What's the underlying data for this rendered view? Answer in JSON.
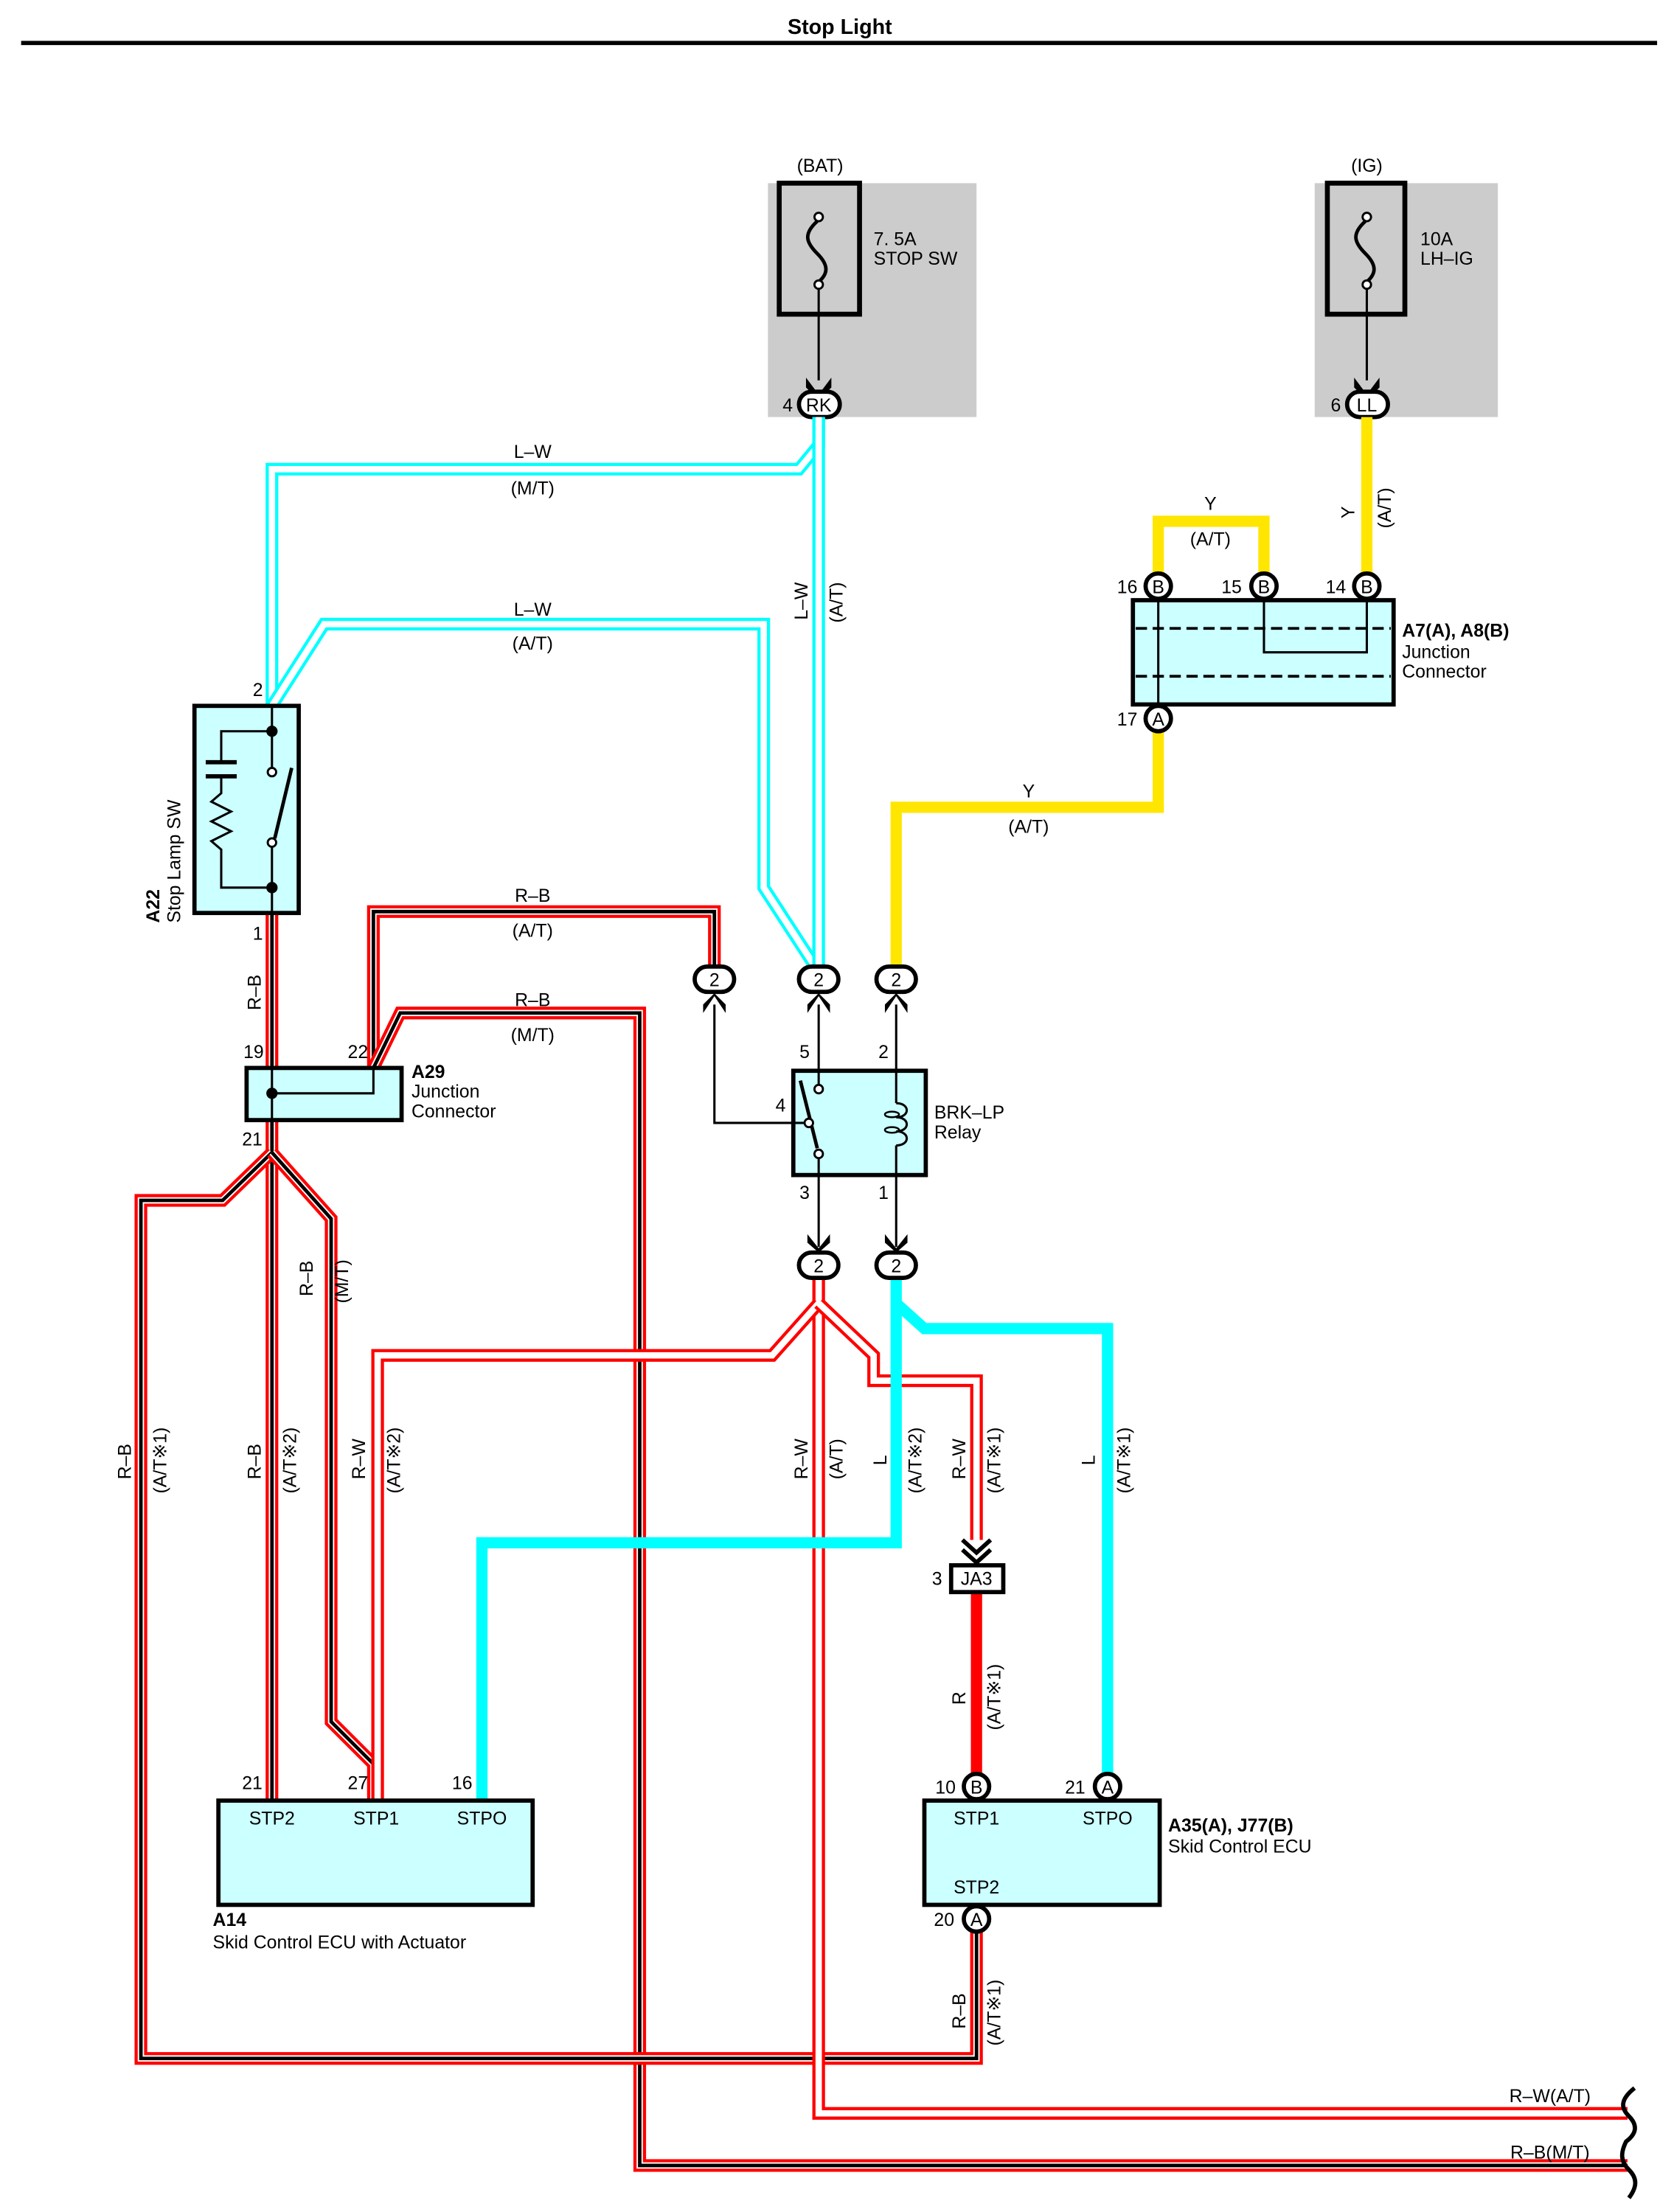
{
  "title": "Stop Light",
  "colors": {
    "red": "#ff0000",
    "cyan": "#00ffff",
    "yellow": "#ffe600",
    "black": "#000000",
    "component_fill": "#ccffff",
    "fuse_block": "#cccccc"
  },
  "fuses": [
    {
      "source": "(BAT)",
      "rating": "7. 5A",
      "name": "STOP SW",
      "pin": "4",
      "connector": "RK",
      "icon": "fuse-icon"
    },
    {
      "source": "(IG)",
      "rating": "10A",
      "name": "LH–IG",
      "pin": "6",
      "connector": "LL",
      "icon": "fuse-icon"
    }
  ],
  "components": {
    "stop_lamp_sw": {
      "code": "A22",
      "name": "Stop Lamp SW",
      "pin_top": "2",
      "pin_bottom": "1"
    },
    "junction_a29": {
      "code": "A29",
      "line1": "Junction",
      "line2": "Connector",
      "pins": [
        "19",
        "22",
        "21"
      ]
    },
    "junction_a7a8": {
      "code": "A7(A), A8(B)",
      "line1": "Junction",
      "line2": "Connector",
      "pins": [
        {
          "num": "16",
          "letter": "B"
        },
        {
          "num": "15",
          "letter": "B"
        },
        {
          "num": "14",
          "letter": "B"
        },
        {
          "num": "17",
          "letter": "A"
        }
      ]
    },
    "relay": {
      "name_line1": "BRK–LP",
      "name_line2": "Relay",
      "pins": [
        "5",
        "2",
        "4",
        "3",
        "1"
      ],
      "connector_label": "2"
    },
    "ecu_a14": {
      "code": "A14",
      "name": "Skid Control ECU with Actuator",
      "terminals": [
        {
          "pin": "21",
          "label": "STP2"
        },
        {
          "pin": "27",
          "label": "STP1"
        },
        {
          "pin": "16",
          "label": "STPO"
        }
      ]
    },
    "ecu_a35": {
      "code": "A35(A), J77(B)",
      "name": "Skid Control ECU",
      "terminals": [
        {
          "pin": "10",
          "letter": "B",
          "label": "STP1"
        },
        {
          "pin": "21",
          "letter": "A",
          "label": "STPO"
        },
        {
          "pin": "20",
          "letter": "A",
          "label": "STP2"
        }
      ]
    },
    "ja3": {
      "pin": "3",
      "label": "JA3"
    }
  },
  "wire_labels": {
    "lw_mt_color": "L–W",
    "lw_mt_var": "(M/T)",
    "lw_at_color": "L–W",
    "lw_at_var": "(A/T)",
    "lw_vert_color": "L–W",
    "lw_vert_var": "(A/T)",
    "y_top_color": "Y",
    "y_top_var": "(A/T)",
    "y_ig_color": "Y",
    "y_ig_var": "(A/T)",
    "y_mid_color": "Y",
    "y_mid_var": "(A/T)",
    "rb_at_color": "R–B",
    "rb_at_var": "(A/T)",
    "rb_mt_color": "R–B",
    "rb_mt_var": "(M/T)",
    "rb_sw_color": "R–B",
    "rb_mt_vert_color": "R–B",
    "rb_mt_vert_var": "(M/T)",
    "rb_at1_left_color": "R–B",
    "rb_at1_left_var": "(A/T※1)",
    "rb_at2_color": "R–B",
    "rb_at2_var": "(A/T※2)",
    "rw_at2_color": "R–W",
    "rw_at2_var": "(A/T※2)",
    "rw_at_color": "R–W",
    "rw_at_var": "(A/T)",
    "l_at2_color": "L",
    "l_at2_var": "(A/T※2)",
    "rw_at1_color": "R–W",
    "rw_at1_var": "(A/T※1)",
    "l_at1_color": "L",
    "l_at1_var": "(A/T※1)",
    "r_at1_color": "R",
    "r_at1_var": "(A/T※1)",
    "rb_bottom_color": "R–B",
    "rb_bottom_var": "(A/T※1)"
  },
  "continuations": [
    {
      "label": "R–W(A/T)"
    },
    {
      "label": "R–B(M/T)"
    }
  ]
}
